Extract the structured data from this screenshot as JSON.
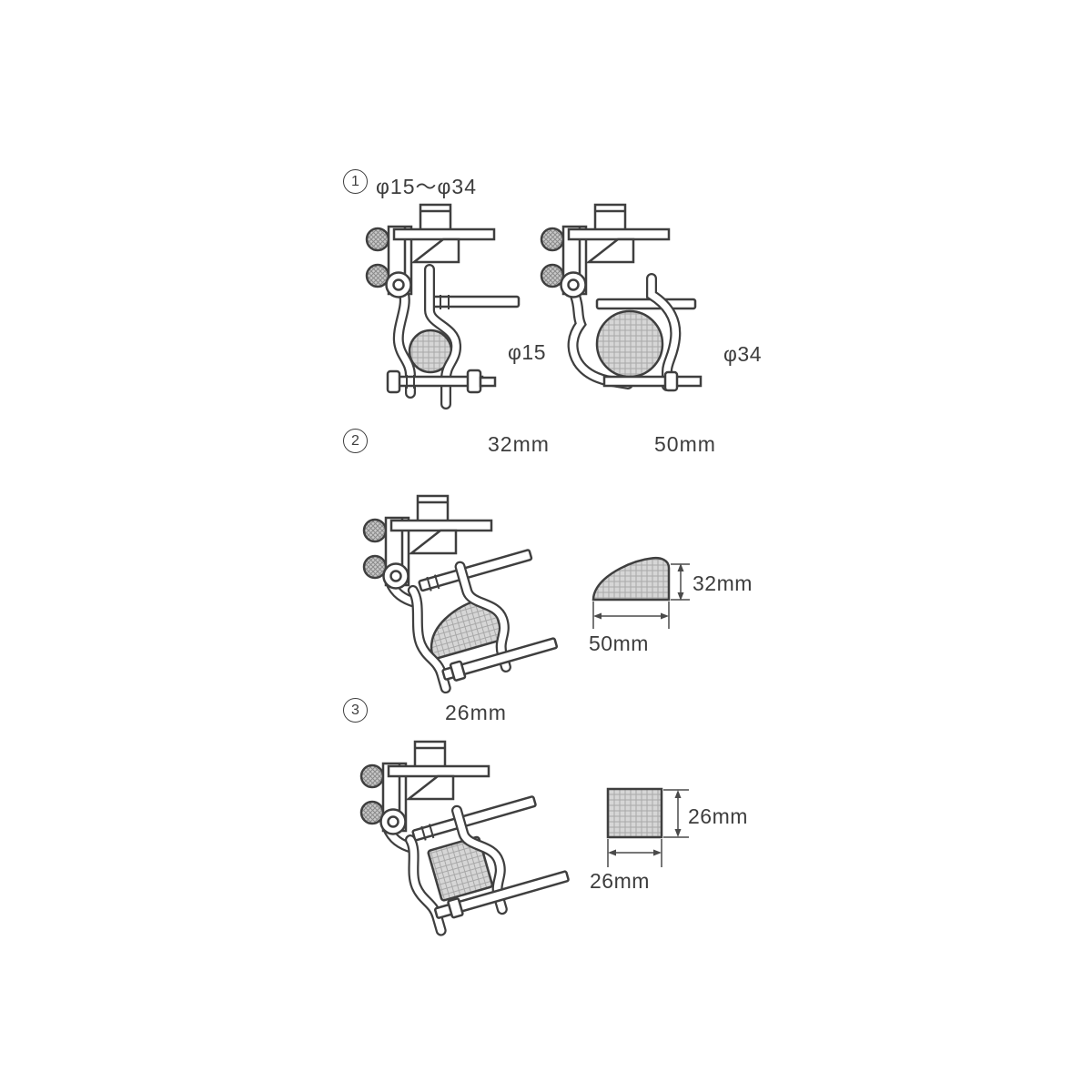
{
  "colors": {
    "line": "#3f3f3f",
    "pad_fill": "#d6d6d6",
    "hatch_line": "#a8a8a8",
    "background": "#ffffff"
  },
  "sections": {
    "s1": {
      "number": "1",
      "range_label": "φ15〜φ34",
      "small_caption": "φ15",
      "large_caption": "φ34"
    },
    "s2": {
      "number": "2",
      "height_header": "32mm",
      "width_header": "50mm",
      "detail_height": "32mm",
      "detail_width": "50mm"
    },
    "s3": {
      "number": "3",
      "size_header": "26mm",
      "detail_height": "26mm",
      "detail_width": "26mm"
    }
  }
}
